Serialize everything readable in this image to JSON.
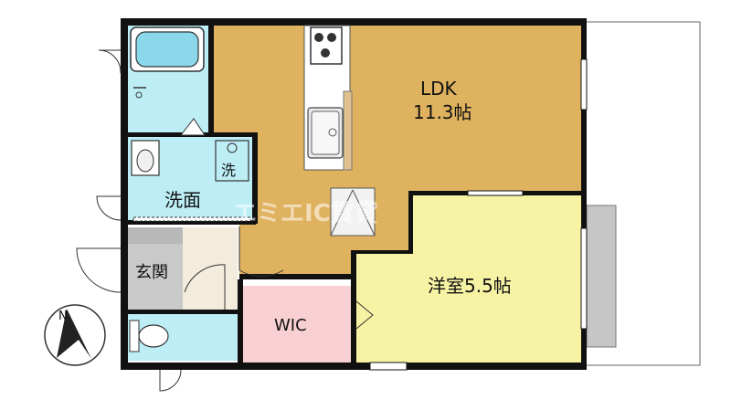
{
  "rooms": {
    "ldk": {
      "name": "LDK",
      "size": "11.3帖"
    },
    "western": {
      "label": "洋室5.5帖"
    },
    "wic": {
      "label": "WIC"
    },
    "washroom": {
      "label": "洗面"
    },
    "washer": {
      "label": "洗"
    },
    "entrance": {
      "label": "玄関"
    }
  },
  "compass": {
    "label": "N"
  },
  "watermark": {
    "text": "エミエIC賃貸"
  },
  "colors": {
    "ldk": "#dfb25f",
    "western": "#f7f3a5",
    "water": "#bdeef6",
    "wic": "#f8cfd2",
    "entrance": "#c9c9c9",
    "balcony": "#c6c6c6",
    "wall": "#111111"
  }
}
